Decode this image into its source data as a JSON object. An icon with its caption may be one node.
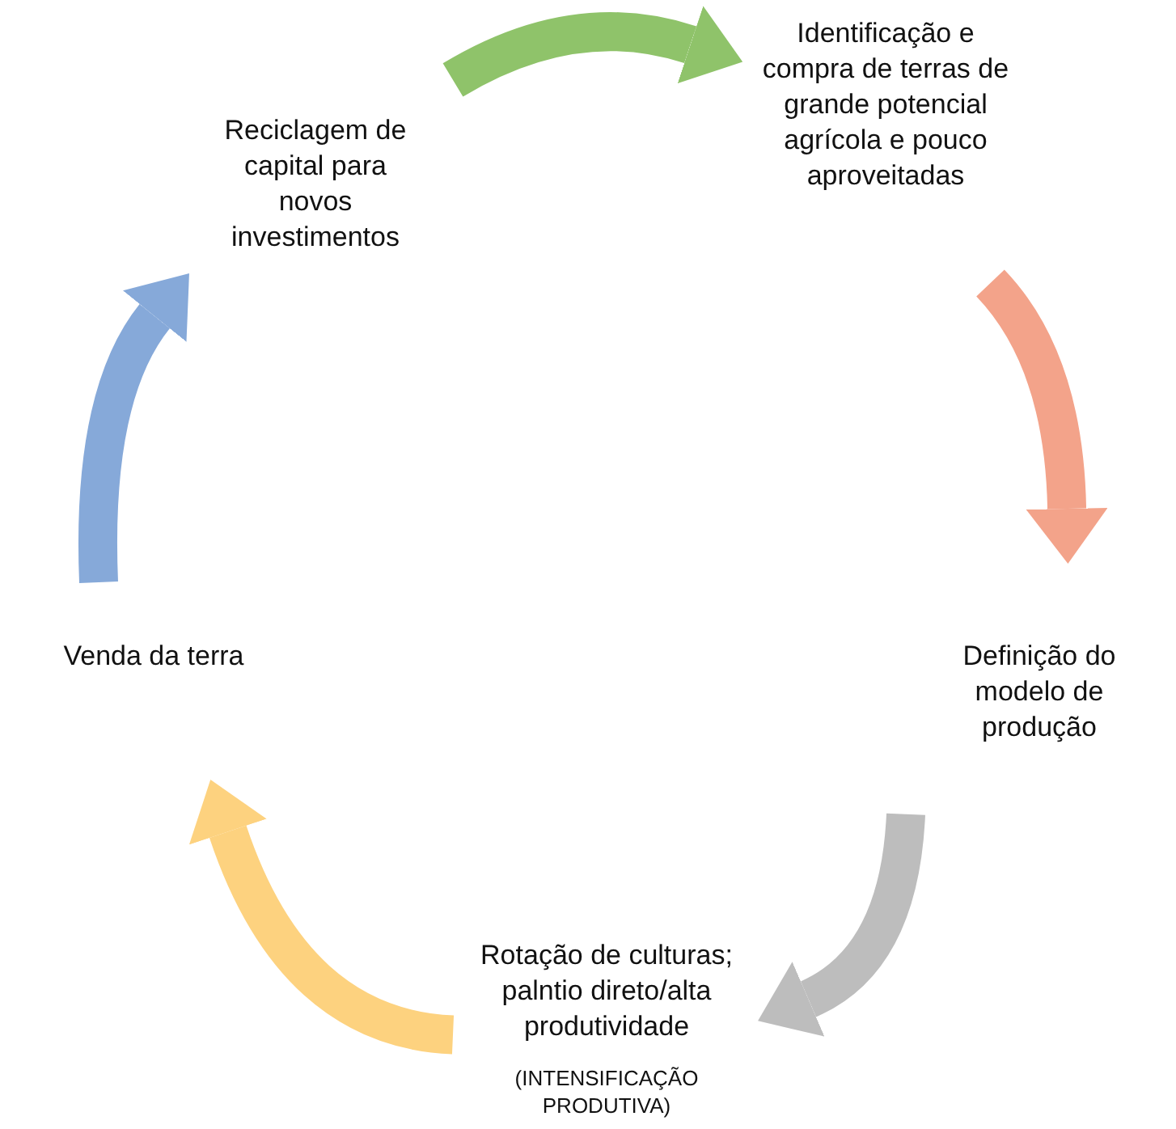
{
  "diagram": {
    "nodes": [
      {
        "text": [
          "Reciclagem de capital para novos investimentos"
        ]
      },
      {
        "text": [
          "Identificação e compra de terras de grande potencial agrícola e pouco aproveitadas"
        ]
      },
      {
        "text": [
          "Definição do modelo de produção"
        ]
      },
      {
        "text": [
          "Rotação de culturas; palntio direto/alta produtividade"
        ],
        "beside": [
          "(INTENSIFICAÇÃO PRODUTIVA)"
        ]
      },
      {
        "text": [
          "Venda da terra"
        ]
      }
    ],
    "edges": [
      {
        "from": 0,
        "to": 1,
        "arrow": "to",
        "color": "#8fc36a"
      },
      {
        "from": 1,
        "to": 2,
        "arrow": "to",
        "color": "#f3a38a"
      },
      {
        "from": 2,
        "to": 3,
        "arrow": "to",
        "color": "#bdbdbd"
      },
      {
        "from": 3,
        "to": 4,
        "arrow": "to",
        "color": "#fdd27f"
      },
      {
        "from": 4,
        "to": 0,
        "arrow": "to",
        "color": "#86a9d9"
      }
    ]
  }
}
